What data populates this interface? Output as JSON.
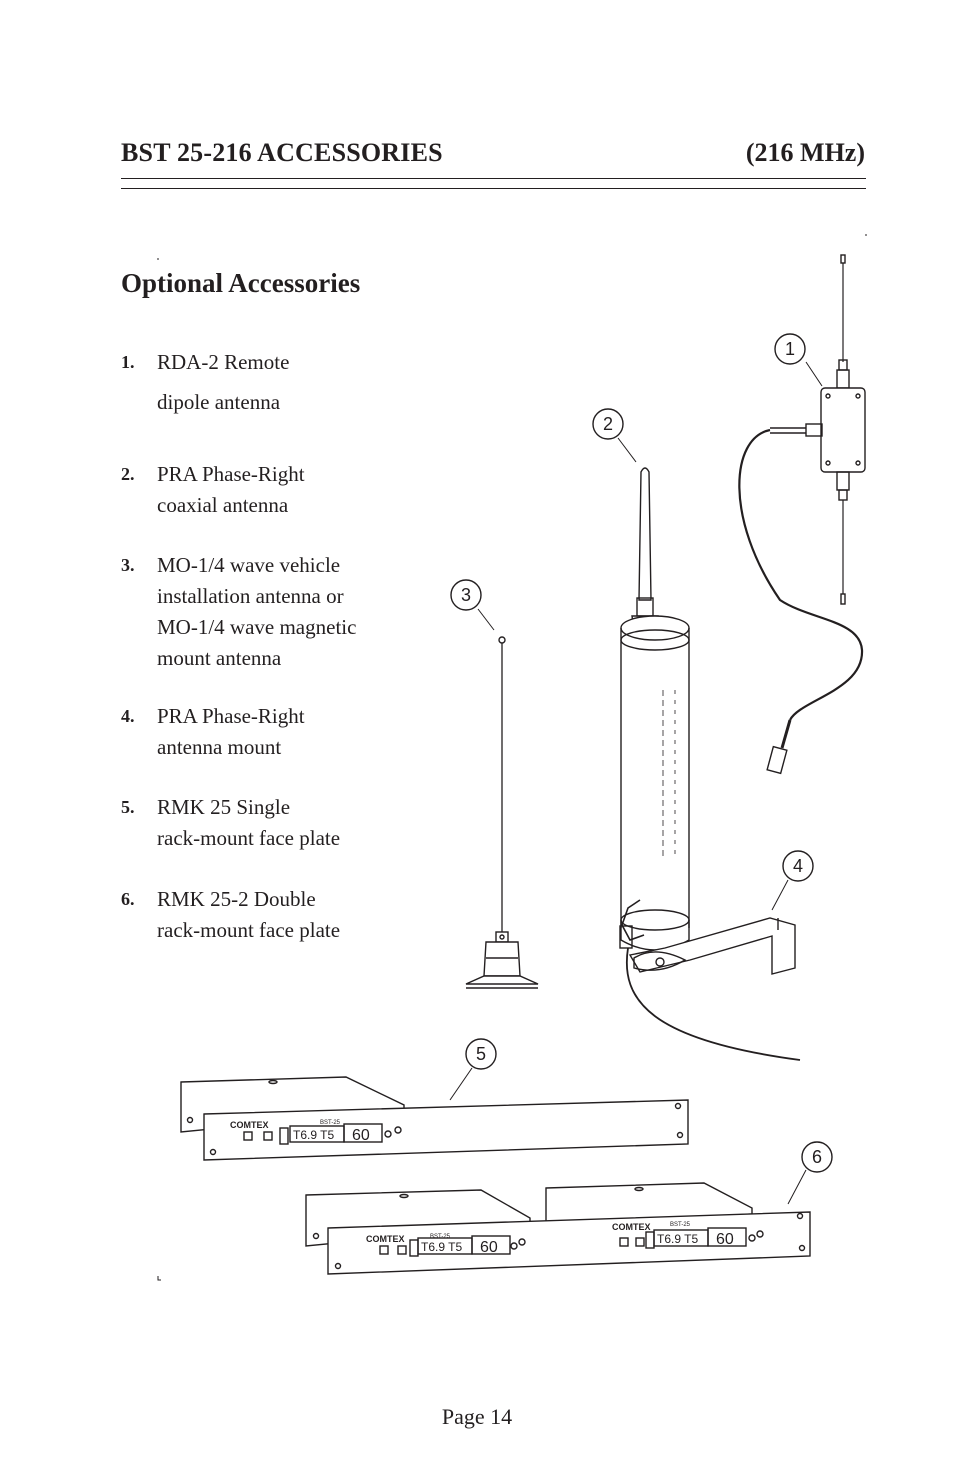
{
  "header": {
    "title": "BST 25-216 ACCESSORIES",
    "frequency": "(216 MHz)"
  },
  "section_title": "Optional Accessories",
  "items": [
    {
      "number": "1.",
      "lines": [
        "RDA-2  Remote",
        "dipole antenna"
      ]
    },
    {
      "number": "2.",
      "lines": [
        "PRA  Phase-Right",
        "coaxial antenna"
      ]
    },
    {
      "number": "3.",
      "lines": [
        "MO-1/4 wave vehicle",
        "installation antenna or",
        "MO-1/4 wave magnetic",
        "mount antenna"
      ]
    },
    {
      "number": "4.",
      "lines": [
        "PRA  Phase-Right",
        "antenna mount"
      ]
    },
    {
      "number": "5.",
      "lines": [
        "RMK 25  Single",
        "rack-mount face plate"
      ]
    },
    {
      "number": "6.",
      "lines": [
        "RMK 25-2  Double",
        "rack-mount face plate"
      ]
    }
  ],
  "callouts": [
    "1",
    "2",
    "3",
    "4",
    "5",
    "6"
  ],
  "device_labels": {
    "brand": "COMTEX",
    "model": "BST-25",
    "display_freq": "T6.9 T5",
    "display_channel": "60"
  },
  "page_number": "Page 14"
}
